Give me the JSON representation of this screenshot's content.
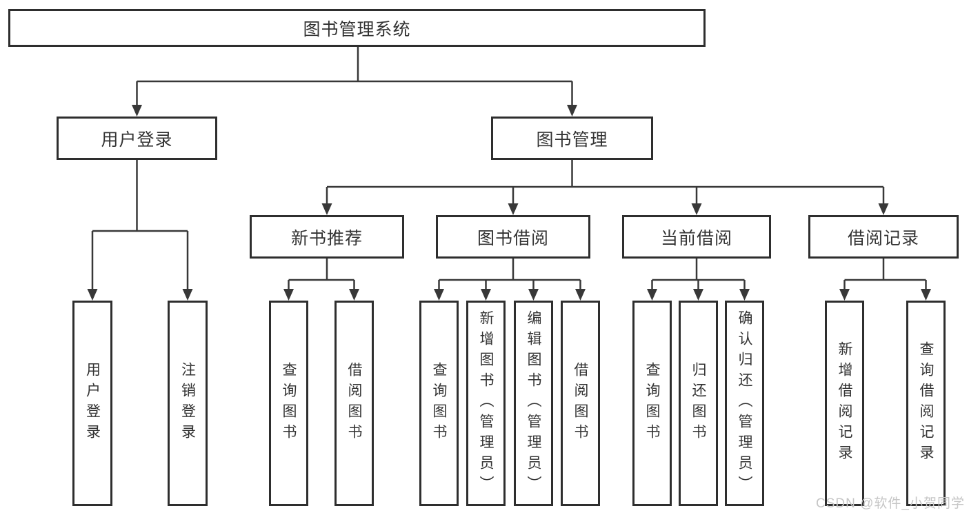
{
  "tree": {
    "root": {
      "label": "图书管理系统"
    },
    "branches": [
      {
        "label": "用户登录",
        "children": [
          {
            "label": "用户登录"
          },
          {
            "label": "注销登录"
          }
        ]
      },
      {
        "label": "图书管理",
        "groups": [
          {
            "label": "新书推荐",
            "children": [
              {
                "label": "查询图书"
              },
              {
                "label": "借阅图书"
              }
            ]
          },
          {
            "label": "图书借阅",
            "children": [
              {
                "label": "查询图书"
              },
              {
                "label": "新增图书（管理员）"
              },
              {
                "label": "编辑图书（管理员）"
              },
              {
                "label": "借阅图书"
              }
            ]
          },
          {
            "label": "当前借阅",
            "children": [
              {
                "label": "查询图书"
              },
              {
                "label": "归还图书"
              },
              {
                "label": "确认归还（管理员）"
              }
            ]
          },
          {
            "label": "借阅记录",
            "children": [
              {
                "label": "新增借阅记录"
              },
              {
                "label": "查询借阅记录"
              }
            ]
          }
        ]
      }
    ]
  },
  "watermark": "CSDN @软件_小贺同学",
  "colors": {
    "line": "#383838",
    "box_border": "#2e2e2e",
    "text": "#333333",
    "watermark": "#c6c6c6",
    "background": "#ffffff"
  }
}
